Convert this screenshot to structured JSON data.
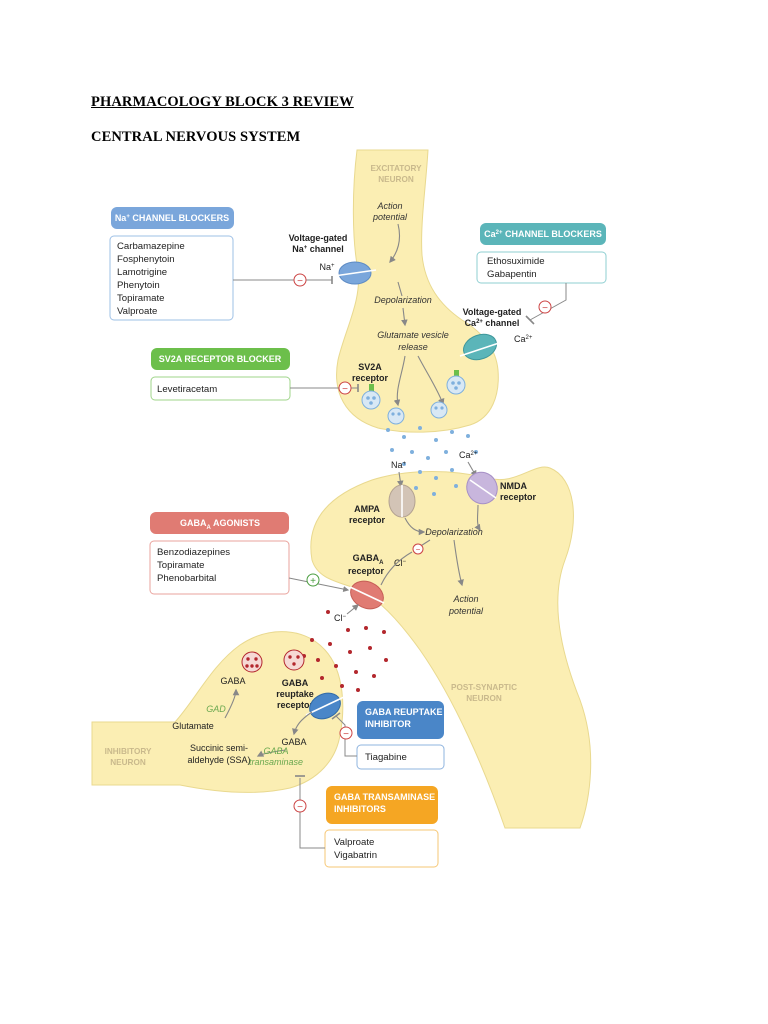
{
  "doc": {
    "title": "PHARMACOLOGY BLOCK 3 REVIEW",
    "subtitle": "CENTRAL NERVOUS SYSTEM"
  },
  "colors": {
    "neuron_fill": "#fbeeb3",
    "neuron_stroke": "#e9d98f",
    "na_blue": "#7aa6db",
    "ca_teal": "#5bb5b9",
    "sv2a_green": "#6cbf4b",
    "gaba_red": "#e07b73",
    "reuptake_blue": "#4a86c8",
    "transaminase_orange": "#f5a623",
    "vesicle_dot": "#7fb0dd",
    "gaba_dot": "#b3272d"
  },
  "neurons": {
    "excitatory": [
      "EXCITATORY",
      "NEURON"
    ],
    "postsynaptic": [
      "POST-SYNAPTIC",
      "NEURON"
    ],
    "inhibitory": [
      "INHIBITORY",
      "NEURON"
    ]
  },
  "na_blockers": {
    "title": "Na",
    "title_sup": "+",
    "title_rest": " CHANNEL BLOCKERS",
    "drugs": [
      "Carbamazepine",
      "Fosphenytoin",
      "Lamotrigine",
      "Phenytoin",
      "Topiramate",
      "Valproate"
    ]
  },
  "ca_blockers": {
    "title": "Ca",
    "title_sup": "2+",
    "title_rest": " CHANNEL BLOCKERS",
    "drugs": [
      "Ethosuximide",
      "Gabapentin"
    ]
  },
  "sv2a_blocker": {
    "title": "SV2A RECEPTOR BLOCKER",
    "drugs": [
      "Levetiracetam"
    ]
  },
  "gaba_agonists": {
    "title": "GABA",
    "title_sub": "A",
    "title_rest": " AGONISTS",
    "drugs": [
      "Benzodiazepines",
      "Topiramate",
      "Phenobarbital"
    ]
  },
  "gaba_reuptake": {
    "title": [
      "GABA REUPTAKE",
      "INHIBITOR"
    ],
    "drugs": [
      "Tiagabine"
    ]
  },
  "gaba_transaminase": {
    "title": [
      "GABA TRANSAMINASE",
      "INHIBITORS"
    ],
    "drugs": [
      "Valproate",
      "Vigabatrin"
    ]
  },
  "labels": {
    "action_potential": [
      "Action",
      "potential"
    ],
    "na_channel": [
      "Voltage-gated",
      "Na",
      "+",
      " channel"
    ],
    "na_ion": "Na",
    "depolarization": "Depolarization",
    "glutamate_release": [
      "Glutamate vesicle",
      "release"
    ],
    "ca_channel": [
      "Voltage-gated",
      "Ca",
      "2+",
      " channel"
    ],
    "ca_ion": "Ca",
    "sv2a_receptor": [
      "SV2A",
      "receptor"
    ],
    "ca_ion_cleft": "Ca",
    "na_ion_cleft": "Na",
    "nmda_receptor": [
      "NMDA",
      "receptor"
    ],
    "ampa_receptor": [
      "AMPA",
      "receptor"
    ],
    "post_depolarization": "Depolarization",
    "gaba_a_receptor": [
      "GABA",
      "A",
      "receptor"
    ],
    "cl_ion": "Cl",
    "cl_ion_cleft": "Cl",
    "post_action_potential": [
      "Action",
      "potential"
    ],
    "gaba_vesicle": "GABA",
    "gad": "GAD",
    "glutamate": "Glutamate",
    "gaba_reuptake_receptor": [
      "GABA",
      "reuptake",
      "receptor"
    ],
    "gaba_in": "GABA",
    "ssa": [
      "Succinic semi-",
      "aldehyde (SSA)"
    ],
    "gaba_transaminase_enzyme": [
      "GABA",
      "transaminase"
    ],
    "inhibit_symbol": "−",
    "enhance_symbol": "+"
  }
}
